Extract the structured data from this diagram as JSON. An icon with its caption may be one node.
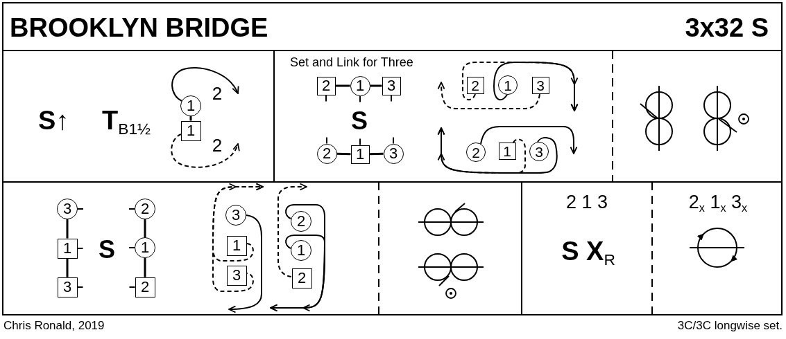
{
  "diagram": {
    "title": "BROOKLYN BRIDGE",
    "nodes": [
      {
        "text": [
          "1"
        ]
      },
      {
        "text": [
          "1"
        ]
      },
      {
        "text": [
          "2"
        ]
      },
      {
        "text": [
          "1"
        ]
      },
      {
        "text": [
          "3"
        ]
      },
      {
        "text": [
          "2"
        ]
      },
      {
        "text": [
          "1"
        ]
      },
      {
        "text": [
          "3"
        ]
      },
      {
        "text": [
          "2"
        ]
      },
      {
        "text": [
          "1"
        ]
      },
      {
        "text": [
          "3"
        ]
      },
      {
        "text": [
          "2"
        ]
      },
      {
        "text": [
          "1"
        ]
      },
      {
        "text": [
          "3"
        ]
      },
      {
        "text": [
          "3"
        ]
      },
      {
        "text": [
          "1"
        ]
      },
      {
        "text": [
          "3"
        ]
      },
      {
        "text": [
          "2"
        ]
      },
      {
        "text": [
          "1"
        ]
      },
      {
        "text": [
          "2"
        ]
      },
      {
        "text": [
          "3"
        ]
      },
      {
        "text": [
          "1"
        ]
      },
      {
        "text": [
          "3"
        ]
      },
      {
        "text": [
          "2"
        ]
      },
      {
        "text": [
          "1"
        ]
      },
      {
        "text": [
          "2"
        ]
      }
    ],
    "edges": [
      {
        "from": 0,
        "to": 1,
        "arrow": "none"
      },
      {
        "from": 0,
        "to": null,
        "arrow": "to"
      },
      {
        "from": 1,
        "to": null,
        "arrow": "to",
        "style": "dashed"
      },
      {
        "from": 2,
        "to": 3,
        "arrow": "none"
      },
      {
        "from": 3,
        "to": 4,
        "arrow": "none"
      },
      {
        "from": 5,
        "to": 6,
        "arrow": "none"
      },
      {
        "from": 6,
        "to": 7,
        "arrow": "none"
      },
      {
        "from": 8,
        "to": null,
        "arrow": "to",
        "style": "dashed"
      },
      {
        "from": 9,
        "to": null,
        "arrow": "to"
      },
      {
        "from": 10,
        "to": null,
        "arrow": "to",
        "style": "dashed"
      },
      {
        "from": 11,
        "to": null,
        "arrow": "to"
      },
      {
        "from": 12,
        "to": null,
        "arrow": "to",
        "style": "dashed"
      },
      {
        "from": 13,
        "to": null,
        "arrow": "to"
      },
      {
        "from": 14,
        "to": 15,
        "arrow": "none"
      },
      {
        "from": 15,
        "to": 16,
        "arrow": "none"
      },
      {
        "from": 17,
        "to": 18,
        "arrow": "none"
      },
      {
        "from": 18,
        "to": 19,
        "arrow": "none"
      },
      {
        "from": 20,
        "to": null,
        "arrow": "to"
      },
      {
        "from": 21,
        "to": null,
        "arrow": "to",
        "style": "dashed"
      },
      {
        "from": 22,
        "to": null,
        "arrow": "to",
        "style": "dashed"
      },
      {
        "from": 23,
        "to": null,
        "arrow": "to"
      },
      {
        "from": 24,
        "to": null,
        "arrow": "to"
      },
      {
        "from": 25,
        "to": null,
        "arrow": "to",
        "style": "dashed"
      }
    ],
    "labels": [
      "3x32 S",
      "**S**↑",
      "**T**$_{B1½}$",
      "2",
      "2",
      "Set and Link for Three",
      "S",
      "S",
      "2 1 3",
      "**S X**$_{R}$",
      "2$_{x}$ 1$_{x}$ 3$_{x}$",
      "Chris Ronald, 2019",
      "3C/3C longwise set."
    ]
  }
}
